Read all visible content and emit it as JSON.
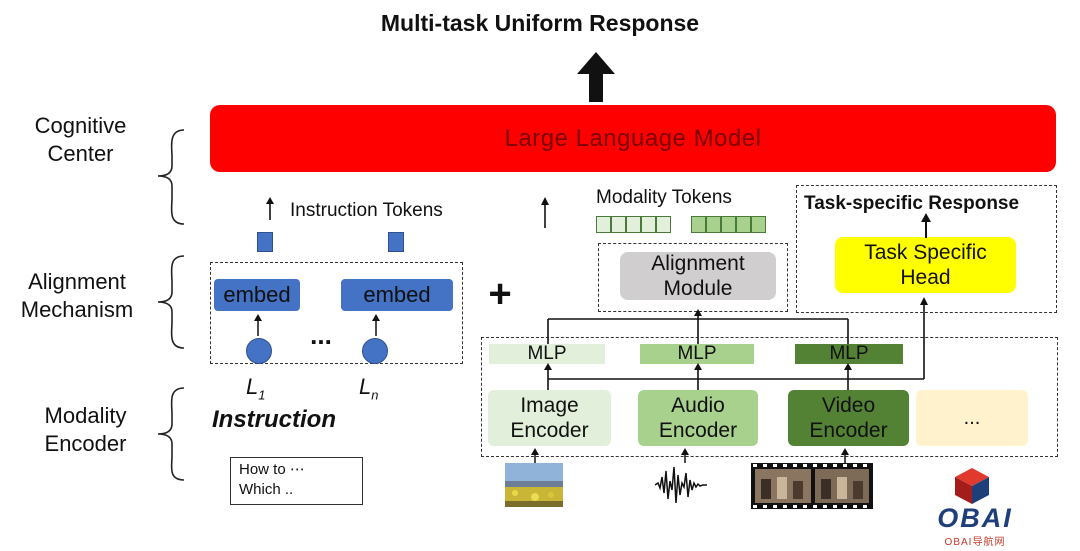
{
  "title": "Multi-task Uniform Response",
  "llm_label": "Large Language Model",
  "sections": {
    "cognitive": "Cognitive\nCenter",
    "alignment": "Alignment\nMechanism",
    "encoder": "Modality\nEncoder"
  },
  "instruction_tokens_label": "Instruction Tokens",
  "embed_label": "embed",
  "ellipsis": "...",
  "plus": "+",
  "l1": "L",
  "l1_sub": "1",
  "ln": "L",
  "ln_sub": "n",
  "instruction_label": "Instruction",
  "prompt_lines": [
    "How to ⋯",
    "Which .."
  ],
  "modality_tokens_label": "Modality Tokens",
  "alignment_module": "Alignment\nModule",
  "task_specific_response": "Task-specific Response",
  "task_specific_head": "Task Specific\nHead",
  "mlp_label": "MLP",
  "encoders": {
    "image": "Image\nEncoder",
    "audio": "Audio\nEncoder",
    "video": "Video\nEncoder",
    "more": "..."
  },
  "watermark": {
    "brand": "OBAI",
    "sub": "OBAI导航网"
  },
  "colors": {
    "llm": "#ff0000",
    "embed": "#4472c4",
    "image_encoder": "#e2efda",
    "audio_encoder": "#a9d18e",
    "video_encoder": "#548235",
    "more_encoder": "#fff2cc",
    "task_head": "#ffff00",
    "alignment_module": "#d0cece"
  }
}
